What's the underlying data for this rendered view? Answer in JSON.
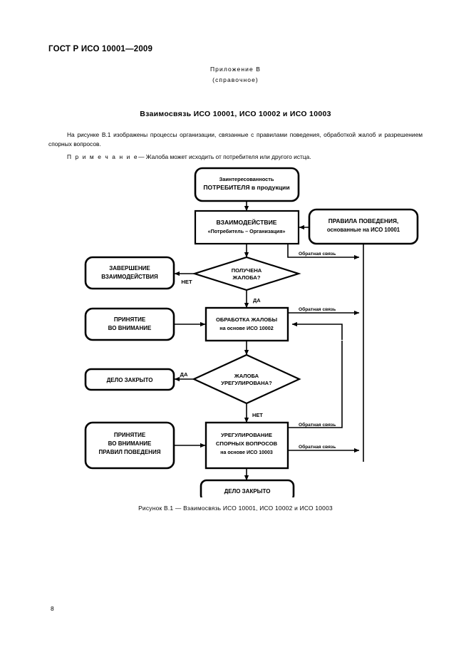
{
  "document": {
    "standard_header": "ГОСТ Р ИСО 10001—2009",
    "annex_title": "Приложение В",
    "annex_subtitle": "(справочное)",
    "section_title": "Взаимосвязь ИСО 10001, ИСО 10002 и ИСО 10003",
    "paragraph_1": "На рисунке В.1 изображены процессы организации, связанные с правилами поведения, обработкой жалоб и разрешением спорных вопросов.",
    "note_label": "П р и м е ч а н и е",
    "note_text": "— Жалоба может исходить от потребителя или другого истца.",
    "figure_caption": "Рисунок В.1 — Взаимосвязь ИСО 10001, ИСО 10002 и ИСО 10003",
    "page_number": "8"
  },
  "chart_data": {
    "type": "diagram",
    "title": "Взаимосвязь ИСО 10001, ИСО 10002 и ИСО 10003",
    "colors": {
      "stroke": "#000000",
      "fill": "#ffffff",
      "text": "#000000"
    },
    "nodes": [
      {
        "id": "interest",
        "shape": "rounded-rect",
        "lines": [
          "Заинтересованность",
          "ПОТРЕБИТЕЛЯ в продукции"
        ]
      },
      {
        "id": "interaction",
        "shape": "rect",
        "lines": [
          "ВЗАИМОДЕЙСТВИЕ",
          "«Потребитель – Организация»"
        ]
      },
      {
        "id": "code-of-conduct",
        "shape": "rounded-rect",
        "lines": [
          "ПРАВИЛА ПОВЕДЕНИЯ,",
          "основанные на ИСО 10001"
        ]
      },
      {
        "id": "complaint-received",
        "shape": "diamond",
        "lines": [
          "ПОЛУЧЕНА",
          "ЖАЛОБА?"
        ]
      },
      {
        "id": "end-interaction",
        "shape": "rounded-rect",
        "lines": [
          "ЗАВЕРШЕНИЕ",
          "ВЗАИМОДЕЙСТВИЯ"
        ]
      },
      {
        "id": "consideration",
        "shape": "rounded-rect",
        "lines": [
          "ПРИНЯТИЕ",
          "ВО ВНИМАНИЕ"
        ]
      },
      {
        "id": "complaint-handling",
        "shape": "rect",
        "lines": [
          "ОБРАБОТКА ЖАЛОБЫ",
          "на основе ИСО 10002"
        ]
      },
      {
        "id": "case-closed-1",
        "shape": "rounded-rect",
        "lines": [
          "ДЕЛО ЗАКРЫТО"
        ]
      },
      {
        "id": "complaint-resolved",
        "shape": "diamond",
        "lines": [
          "ЖАЛОБА",
          "УРЕГУЛИРОВАНА?"
        ]
      },
      {
        "id": "consideration-code",
        "shape": "rounded-rect",
        "lines": [
          "ПРИНЯТИЕ",
          "ВО ВНИМАНИЕ",
          "ПРАВИЛ ПОВЕДЕНИЯ"
        ]
      },
      {
        "id": "dispute-resolution",
        "shape": "rect",
        "lines": [
          "УРЕГУЛИРОВАНИЕ",
          "СПОРНЫХ ВОПРОСОВ",
          "на основе ИСО 10003"
        ]
      },
      {
        "id": "case-closed-2",
        "shape": "rounded-rect",
        "lines": [
          "ДЕЛО ЗАКРЫТО"
        ]
      }
    ],
    "edge_labels": [
      {
        "id": "feedback-1",
        "text": "Обратная связь"
      },
      {
        "id": "feedback-2",
        "text": "Обратная связь"
      },
      {
        "id": "feedback-3",
        "text": "Обратная связь"
      },
      {
        "id": "feedback-4",
        "text": "Обратная связь"
      },
      {
        "id": "no-1",
        "text": "НЕТ"
      },
      {
        "id": "yes-1",
        "text": "ДА"
      },
      {
        "id": "yes-2",
        "text": "ДА"
      },
      {
        "id": "no-2",
        "text": "НЕТ"
      }
    ]
  }
}
